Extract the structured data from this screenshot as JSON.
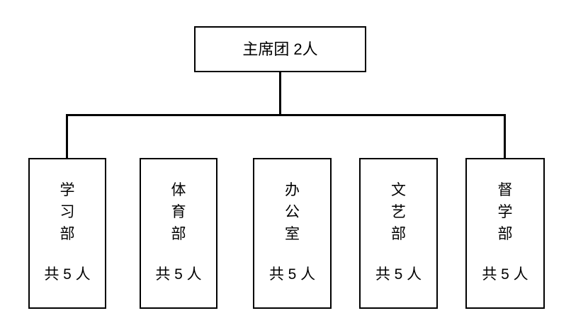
{
  "diagram": {
    "type": "org-chart",
    "background_color": "#ffffff",
    "line_color": "#000000",
    "text_color": "#000000",
    "root": {
      "label": "主席团 2人"
    },
    "departments": [
      {
        "name": "学习部",
        "count": "共 5 人"
      },
      {
        "name": "体育部",
        "count": "共 5 人"
      },
      {
        "name": "办公室",
        "count": "共 5 人"
      },
      {
        "name": "文艺部",
        "count": "共 5 人"
      },
      {
        "name": "督学部",
        "count": "共 5 人"
      }
    ]
  }
}
